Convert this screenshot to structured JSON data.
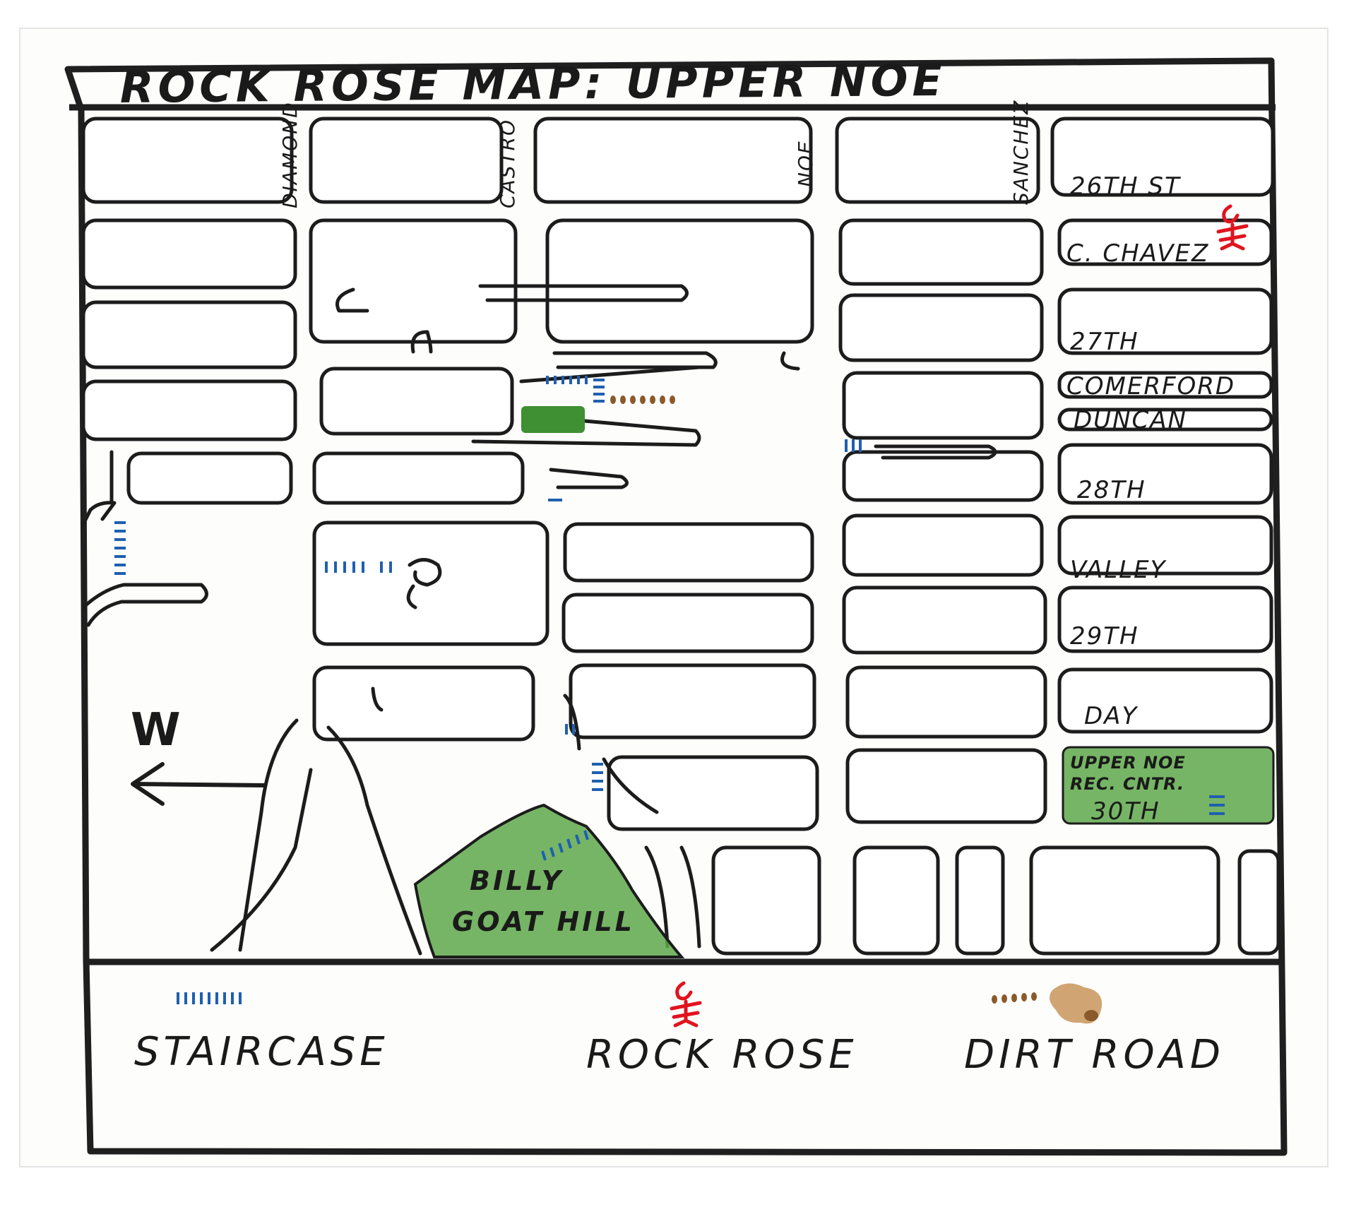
{
  "title": "ROCK ROSE MAP: UPPER NOE",
  "streets": {
    "vertical": [
      "DIAMOND",
      "CASTRO",
      "NOE",
      "SANCHEZ"
    ],
    "horizontal": [
      "26TH ST",
      "C. CHAVEZ",
      "27TH",
      "COMERFORD",
      "DUNCAN",
      "28TH",
      "VALLEY",
      "29TH",
      "DAY",
      "30TH"
    ]
  },
  "parks": {
    "billy_goat_hill": [
      "BILLY",
      "GOAT HILL"
    ],
    "rec_center": [
      "UPPER NOE",
      "REC. CNTR."
    ]
  },
  "compass": {
    "label": "W"
  },
  "legend": {
    "staircase": "STAIRCASE",
    "rock_rose": "ROCK ROSE",
    "dirt_road": "DIRT ROAD"
  },
  "colors": {
    "ink": "#1a1a1a",
    "staircase": "#1f5fb0",
    "rock_rose": "#e0141e",
    "dirt_road": "#8a5a2b",
    "park": "#5ea84a"
  }
}
